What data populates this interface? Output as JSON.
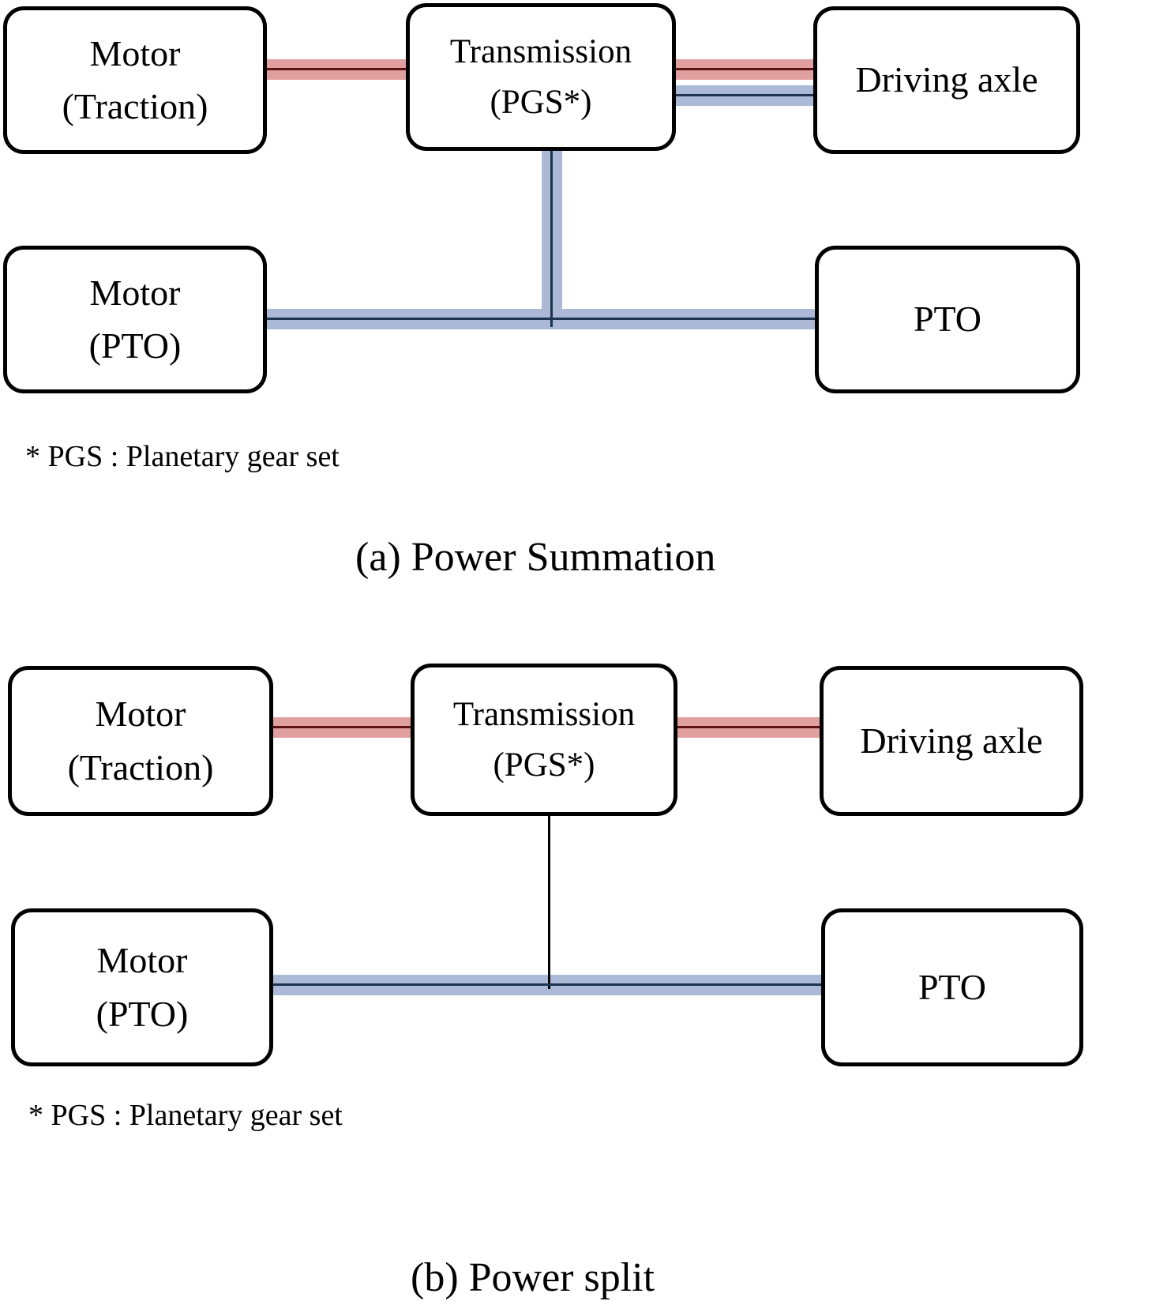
{
  "figure": {
    "type": "block-diagram",
    "description": "Two powertrain architecture block diagrams for an electric tractor",
    "colors": {
      "traction_power_band": "#e0a0a0",
      "traction_power_line": "#5d1111",
      "pto_power_band": "#abb9d7",
      "pto_power_line": "#1d3350",
      "plain_link_line": "#000000",
      "node_border": "#000000",
      "background": "#ffffff"
    }
  },
  "panels": [
    {
      "id": "a",
      "caption": "(a) Power Summation",
      "footnote": "* PGS : Planetary gear set",
      "nodes": [
        {
          "id": "motor-traction",
          "line1": "Motor",
          "line2": "(Traction)"
        },
        {
          "id": "transmission",
          "line1": "Transmission",
          "line2": "(PGS*)"
        },
        {
          "id": "driving-axle",
          "line1": "Driving axle",
          "line2": ""
        },
        {
          "id": "motor-pto",
          "line1": "Motor",
          "line2": "(PTO)"
        },
        {
          "id": "pto",
          "line1": "PTO",
          "line2": ""
        }
      ],
      "links": [
        {
          "id": "traction-to-transmission",
          "from": "motor-traction",
          "to": "transmission",
          "style": "red-band"
        },
        {
          "id": "transmission-to-axle",
          "from": "transmission",
          "to": "driving-axle",
          "style": "red-band"
        },
        {
          "id": "pto-motor-to-pto",
          "from": "motor-pto",
          "to": "pto",
          "style": "blue-band"
        },
        {
          "id": "transmission-to-pto-shaft",
          "from": "transmission",
          "to": "pto-line",
          "style": "blue-band-vertical"
        },
        {
          "id": "transmission-to-axle-pto",
          "from": "transmission",
          "to": "driving-axle",
          "style": "blue-band"
        }
      ]
    },
    {
      "id": "b",
      "caption": "(b) Power split",
      "footnote": "* PGS : Planetary gear set",
      "nodes": [
        {
          "id": "motor-traction",
          "line1": "Motor",
          "line2": "(Traction)"
        },
        {
          "id": "transmission",
          "line1": "Transmission",
          "line2": "(PGS*)"
        },
        {
          "id": "driving-axle",
          "line1": "Driving axle",
          "line2": ""
        },
        {
          "id": "motor-pto",
          "line1": "Motor",
          "line2": "(PTO)"
        },
        {
          "id": "pto",
          "line1": "PTO",
          "line2": ""
        }
      ],
      "links": [
        {
          "id": "traction-to-transmission",
          "from": "motor-traction",
          "to": "transmission",
          "style": "red-band"
        },
        {
          "id": "transmission-to-axle",
          "from": "transmission",
          "to": "driving-axle",
          "style": "red-band"
        },
        {
          "id": "pto-motor-to-pto",
          "from": "motor-pto",
          "to": "pto",
          "style": "blue-band"
        },
        {
          "id": "transmission-to-pto-shaft",
          "from": "transmission",
          "to": "pto-line",
          "style": "plain-line-vertical"
        }
      ]
    }
  ]
}
